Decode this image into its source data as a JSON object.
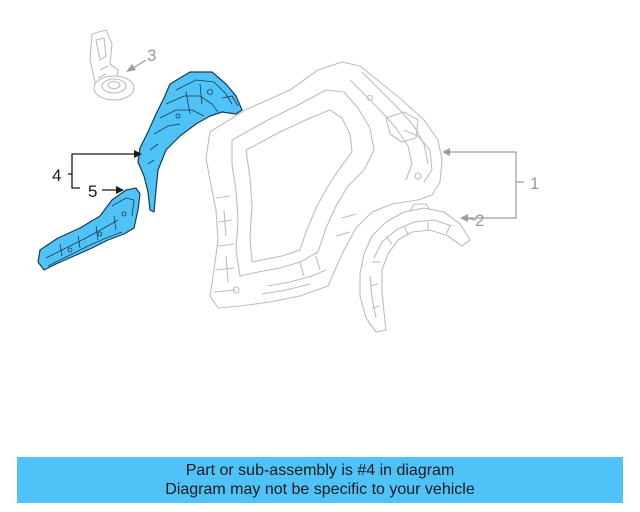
{
  "colors": {
    "highlight": "#4fc3f7",
    "ghost_outline": "#bdbdbd",
    "callout_dark": "#1a1a1a",
    "callout_light": "#9a9a9a"
  },
  "callouts": {
    "c1": "1",
    "c2": "2",
    "c3": "3",
    "c4": "4",
    "c5": "5"
  },
  "banner": {
    "line1": "Part or sub-assembly is #4 in diagram",
    "line2": "Diagram may not be specific to your vehicle"
  }
}
